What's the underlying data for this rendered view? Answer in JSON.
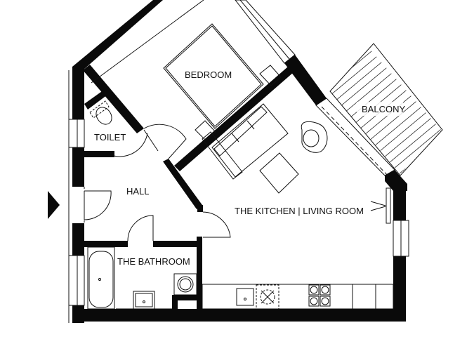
{
  "floorplan": {
    "rooms": [
      {
        "id": "bedroom",
        "label": "BEDROOM"
      },
      {
        "id": "toilet",
        "label": "TOILET"
      },
      {
        "id": "hall",
        "label": "HALL"
      },
      {
        "id": "bathroom",
        "label": "THE BATHROOM"
      },
      {
        "id": "kitchen_living",
        "label": "THE KITCHEN | LIVING ROOM"
      },
      {
        "id": "balcony",
        "label": "BALCONY"
      }
    ],
    "entrance_marker": "entrance-arrow-icon",
    "colors": {
      "wall": "#0a0a0a",
      "line": "#111111",
      "background": "#ffffff"
    }
  }
}
